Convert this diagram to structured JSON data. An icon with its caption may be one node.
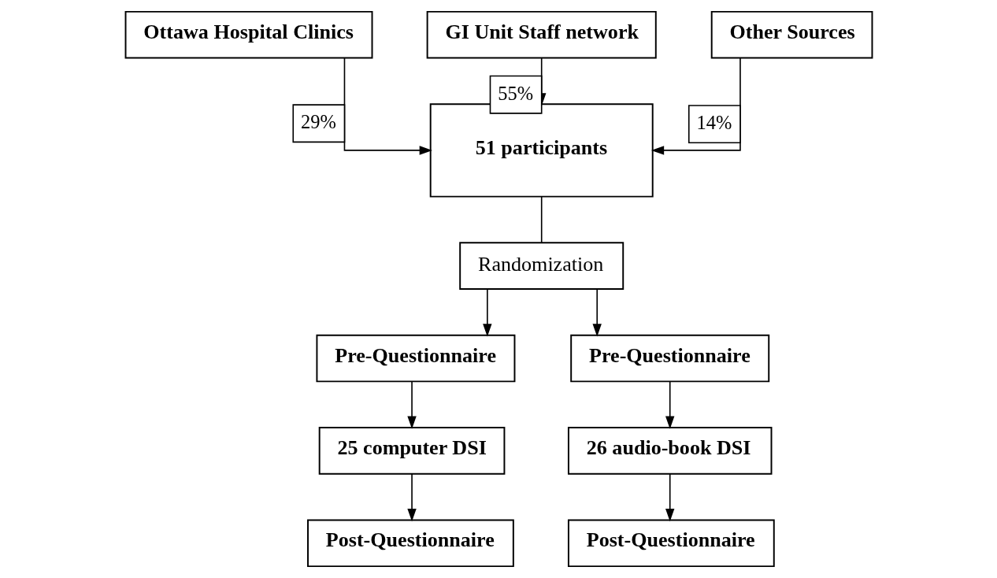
{
  "diagram": {
    "nodes": [
      {
        "text": [
          "Ottawa Hospital Clinics"
        ]
      },
      {
        "text": [
          "GI Unit Staff network"
        ]
      },
      {
        "text": [
          "Other Sources"
        ]
      },
      {
        "text": [
          "51 participants"
        ]
      },
      {
        "text": [
          "Randomization"
        ]
      },
      {
        "text": [
          "Pre-Questionnaire"
        ]
      },
      {
        "text": [
          "Pre-Questionnaire"
        ]
      },
      {
        "text": [
          "25 computer DSI"
        ]
      },
      {
        "text": [
          "26 audio-book DSI"
        ]
      },
      {
        "text": [
          "Post-Questionnaire"
        ]
      },
      {
        "text": [
          "Post-Questionnaire"
        ]
      }
    ],
    "edges": [
      {
        "from": 0,
        "to": 3,
        "arrow": "to",
        "label": "29%"
      },
      {
        "from": 1,
        "to": 3,
        "arrow": "to",
        "label": "55%"
      },
      {
        "from": 2,
        "to": 3,
        "arrow": "to",
        "label": "14%"
      },
      {
        "from": 3,
        "to": 4,
        "arrow": "none"
      },
      {
        "from": 4,
        "to": 5,
        "arrow": "to"
      },
      {
        "from": 4,
        "to": 6,
        "arrow": "to"
      },
      {
        "from": 5,
        "to": 7,
        "arrow": "to"
      },
      {
        "from": 7,
        "to": 9,
        "arrow": "to"
      },
      {
        "from": 6,
        "to": 8,
        "arrow": "to"
      },
      {
        "from": 8,
        "to": 10,
        "arrow": "to"
      }
    ]
  }
}
